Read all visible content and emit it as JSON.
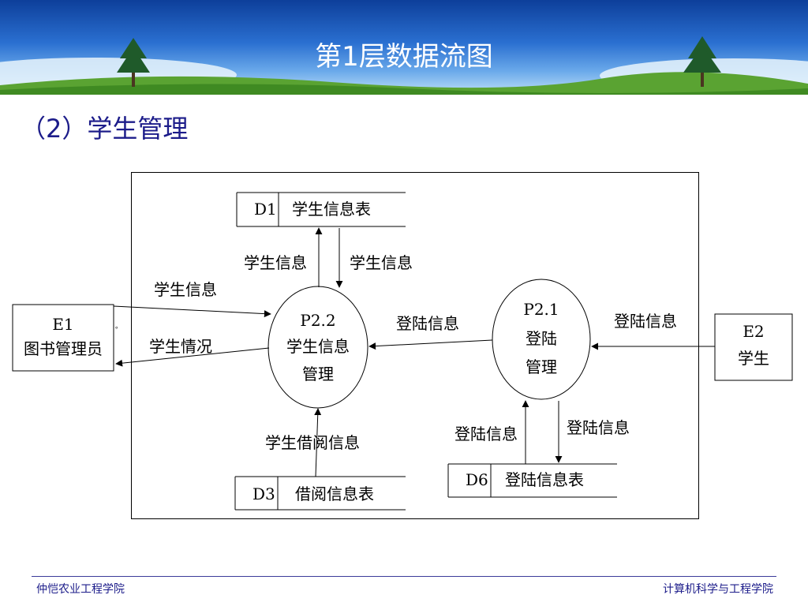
{
  "slide": {
    "title": "第1层数据流图",
    "heading": "（2）学生管理"
  },
  "diagram": {
    "entities": {
      "e1": {
        "id": "E1",
        "name": "图书管理员"
      },
      "e2": {
        "id": "E2",
        "name": "学生"
      }
    },
    "processes": {
      "p22": {
        "id": "P2.2",
        "line1": "学生信息",
        "line2": "管理"
      },
      "p21": {
        "id": "P2.1",
        "line1": "登陆",
        "line2": "管理"
      }
    },
    "stores": {
      "d1": {
        "id": "D1",
        "name": "学生信息表"
      },
      "d3": {
        "id": "D3",
        "name": "借阅信息表"
      },
      "d6": {
        "id": "D6",
        "name": "登陆信息表"
      }
    },
    "flows": {
      "d1_to_p22": "学生信息",
      "p22_to_d1": "学生信息",
      "e1_to_p22": "学生信息",
      "p22_to_e1": "学生情况",
      "p21_to_p22": "登陆信息",
      "e2_to_p21": "登陆信息",
      "d3_to_p22": "学生借阅信息",
      "d6_to_p21": "登陆信息",
      "p21_to_d6": "登陆信息"
    }
  },
  "footer": {
    "left": "仲恺农业工程学院",
    "right": "计算机科学与工程学院"
  },
  "colors": {
    "banner": "#2a6fd0",
    "heading": "#1c1c8a"
  }
}
